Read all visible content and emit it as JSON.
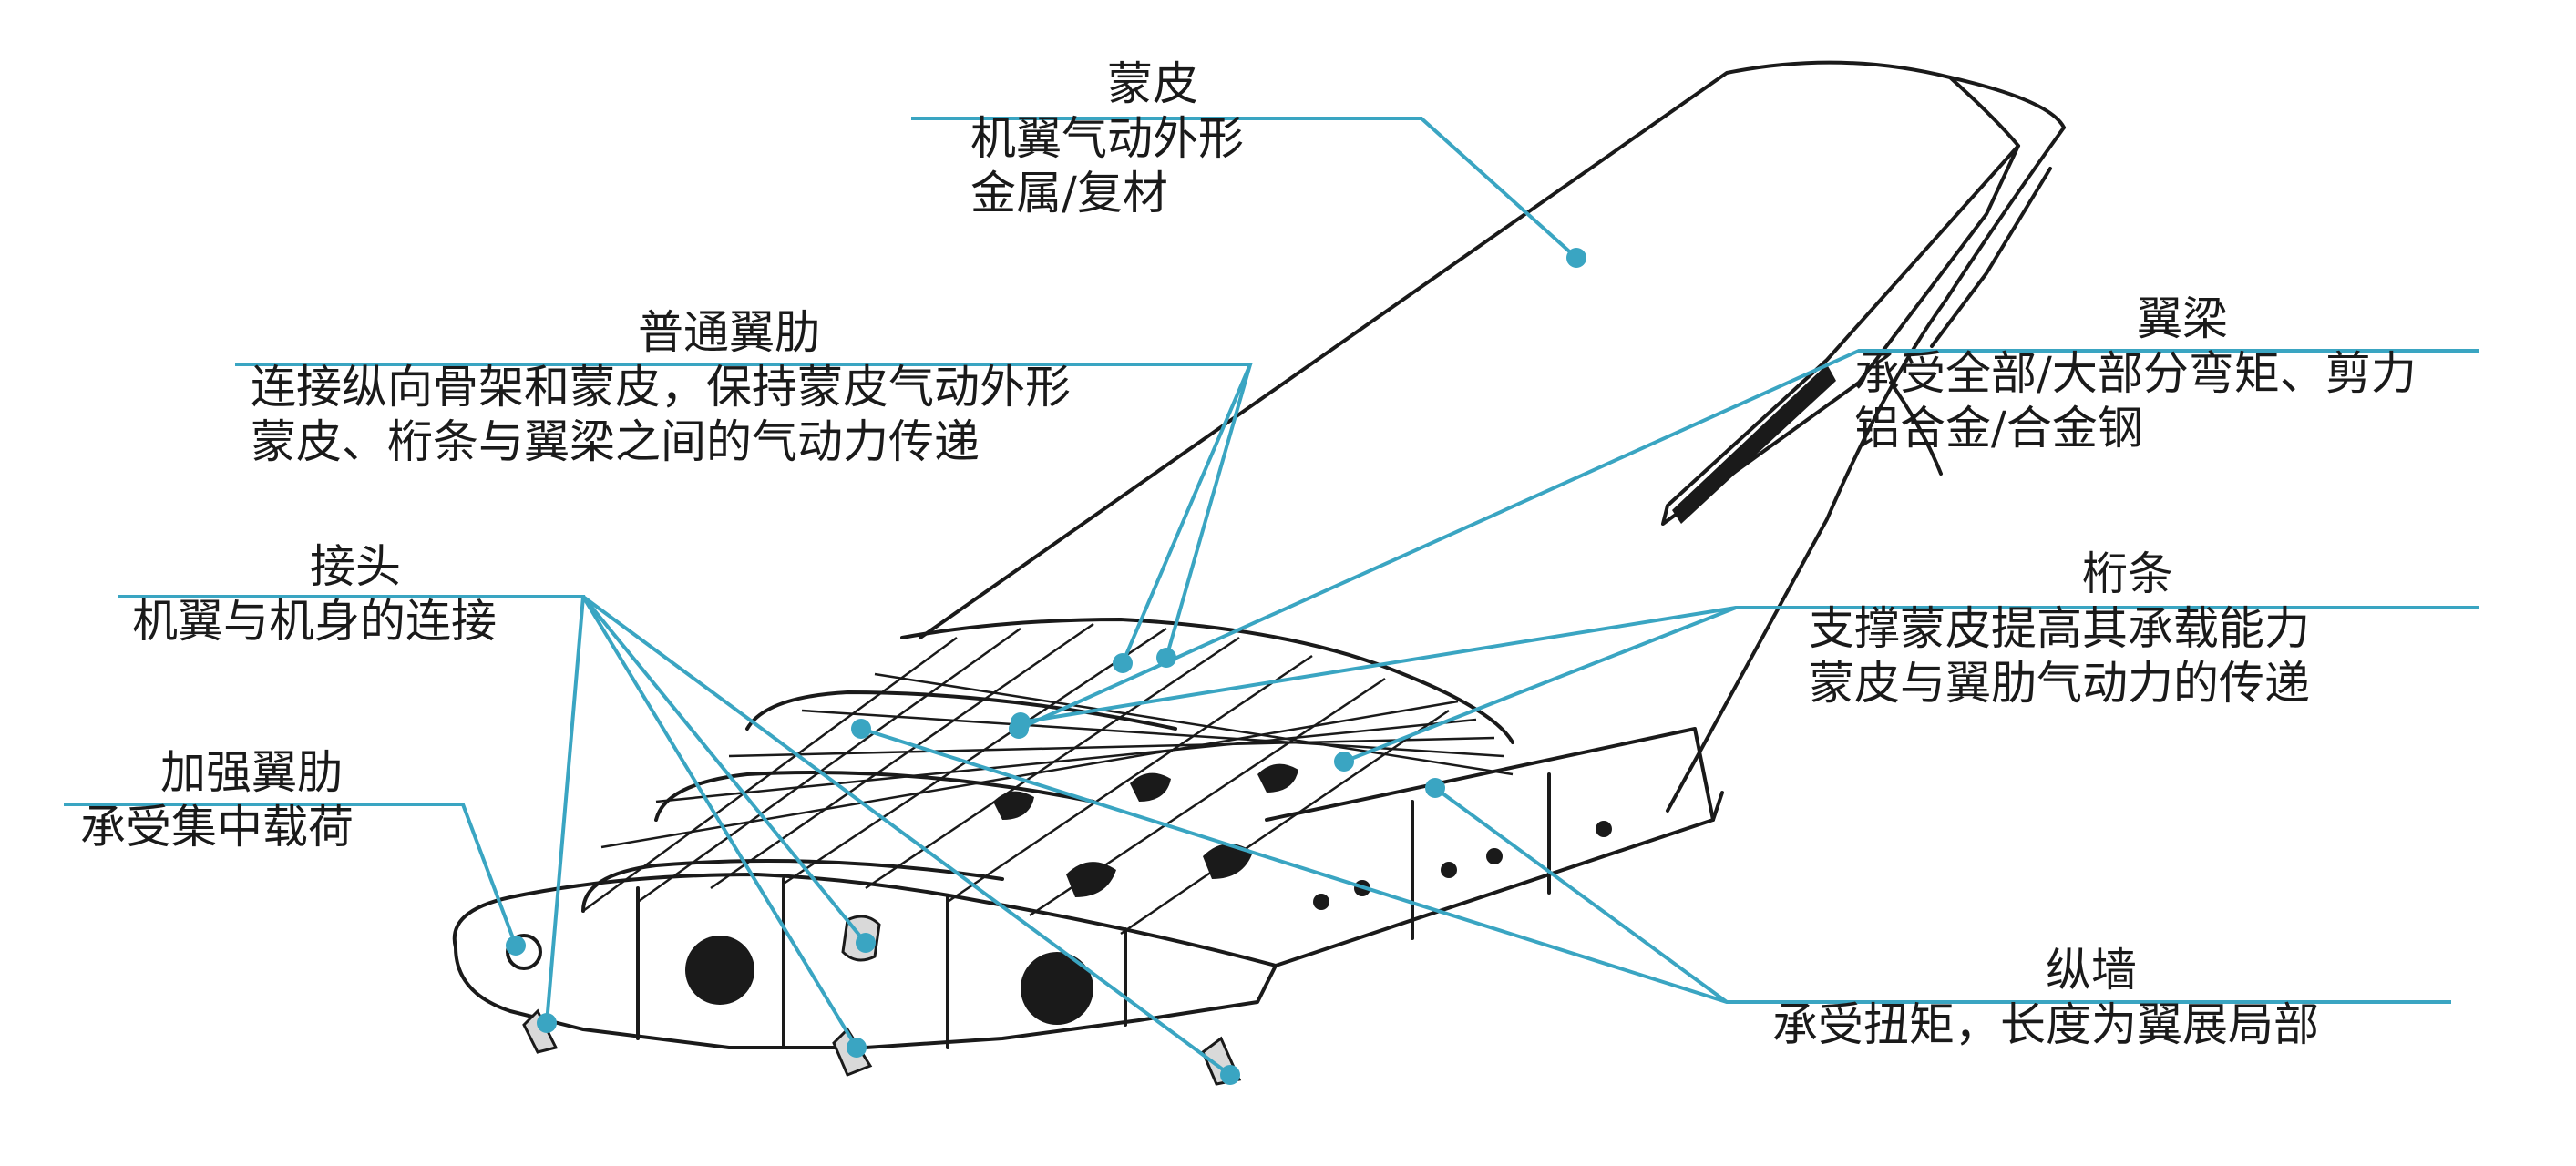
{
  "colors": {
    "leader": "#3aa5c2",
    "ink": "#1a1a1a",
    "background": "#ffffff"
  },
  "callouts": {
    "skin": {
      "title": "蒙皮",
      "lines": [
        "机翼气动外形",
        "金属/复材"
      ]
    },
    "normal_rib": {
      "title": "普通翼肋",
      "lines": [
        "连接纵向骨架和蒙皮，保持蒙皮气动外形",
        "蒙皮、桁条与翼梁之间的气动力传递"
      ]
    },
    "spar": {
      "title": "翼梁",
      "lines": [
        "承受全部/大部分弯矩、剪力",
        "铝合金/合金钢"
      ]
    },
    "joint": {
      "title": "接头",
      "lines": [
        "机翼与机身的连接"
      ]
    },
    "stringer": {
      "title": "桁条",
      "lines": [
        "支撑蒙皮提高其承载能力",
        "蒙皮与翼肋气动力的传递"
      ]
    },
    "reinforced_rib": {
      "title": "加强翼肋",
      "lines": [
        "承受集中载荷"
      ]
    },
    "longitudinal_wall": {
      "title": "纵墙",
      "lines": [
        "承受扭矩，长度为翼展局部"
      ]
    }
  }
}
